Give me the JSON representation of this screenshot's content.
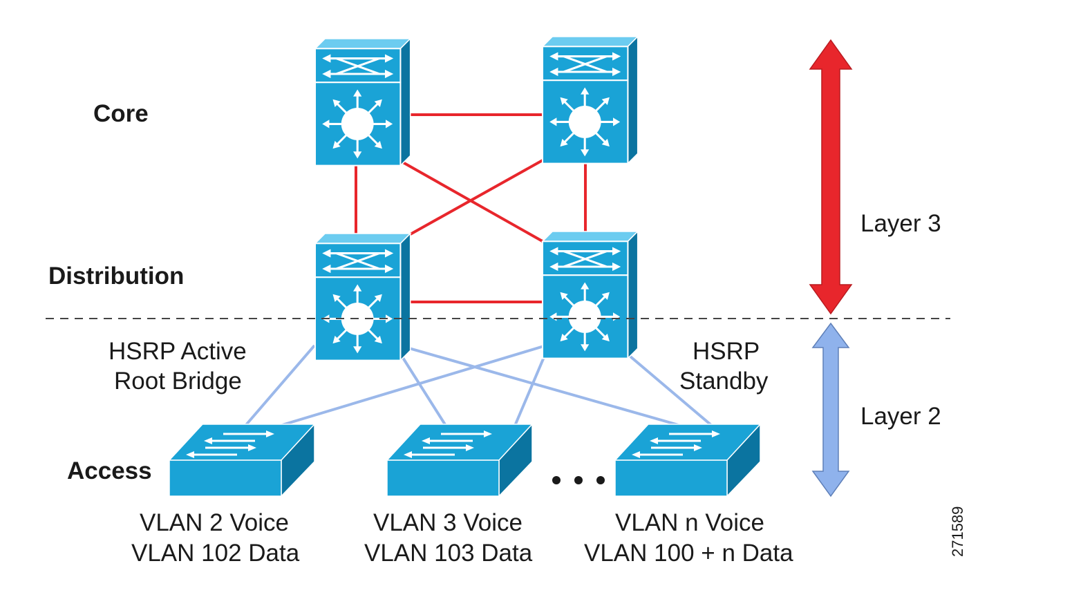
{
  "tiers": {
    "core": "Core",
    "distribution": "Distribution",
    "access": "Access"
  },
  "hsrp_active": [
    "HSRP Active",
    "Root Bridge"
  ],
  "hsrp_standby": [
    "HSRP",
    "Standby"
  ],
  "layers": {
    "layer3": "Layer 3",
    "layer2": "Layer 2"
  },
  "access_switches": [
    {
      "voice": "VLAN 2 Voice",
      "data": "VLAN 102 Data"
    },
    {
      "voice": "VLAN 3 Voice",
      "data": "VLAN 103 Data"
    },
    {
      "voice": "VLAN n Voice",
      "data": "VLAN 100 + n Data"
    }
  ],
  "ellipsis": "• • •",
  "figure_id": "271589",
  "colors": {
    "switch_fill": "#1aa3d6",
    "switch_dark": "#0b74a0",
    "switch_light": "#6cccf0",
    "l3_link": "#e8262c",
    "l2_link": "#9bb8ea",
    "l3_arrow": "#e8262c",
    "l2_arrow": "#8fb2ec",
    "divider": "#444444"
  },
  "icons": {
    "multilayer_switch": "multilayer-switch-icon",
    "workgroup_switch": "workgroup-switch-icon"
  }
}
